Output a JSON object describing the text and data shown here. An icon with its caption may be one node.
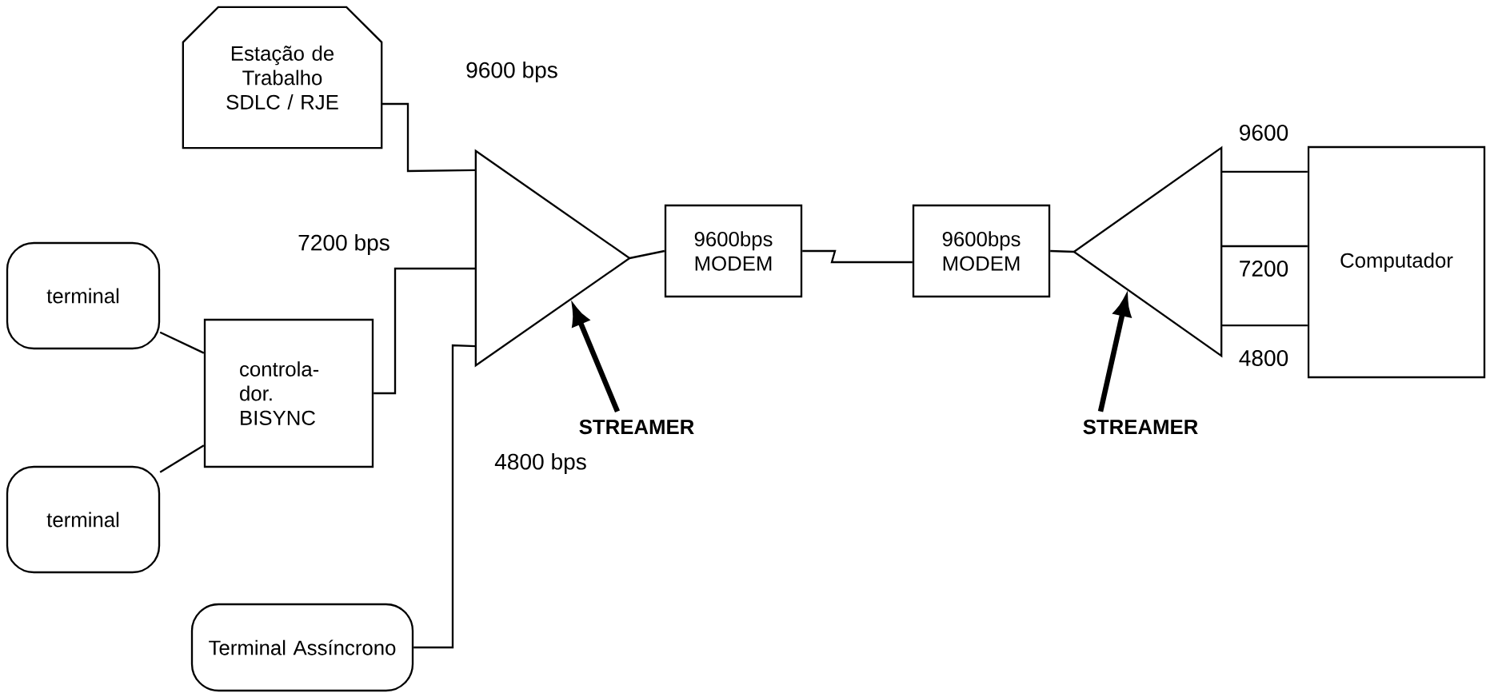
{
  "diagram": {
    "nodes": [
      {
        "text": [
          "Estação de Trabalho",
          "SDLC / RJE"
        ]
      },
      {
        "text": [
          "terminal"
        ]
      },
      {
        "text": [
          "terminal"
        ]
      },
      {
        "text": [
          "controla-dor.",
          "BISYNC"
        ]
      },
      {
        "text": [
          "Terminal Assíncrono"
        ]
      },
      {
        "text": [],
        "shape": "triangle"
      },
      {
        "text": [
          "9600bps MODEM"
        ]
      },
      {
        "text": [
          "9600bps MODEM"
        ]
      },
      {
        "text": [],
        "shape": "triangle"
      },
      {
        "text": [
          "Computador"
        ]
      },
      {
        "text": [
          "STREAMER"
        ]
      },
      {
        "text": [
          "STREAMER"
        ]
      }
    ],
    "edges": [
      {
        "from": 0,
        "to": 5,
        "arrow": "none",
        "label": "9600 bps"
      },
      {
        "from": 1,
        "to": 3,
        "arrow": "none"
      },
      {
        "from": 2,
        "to": 3,
        "arrow": "none"
      },
      {
        "from": 3,
        "to": 5,
        "arrow": "none",
        "label": "7200 bps"
      },
      {
        "from": 4,
        "to": 5,
        "arrow": "none",
        "label": "4800 bps"
      },
      {
        "from": 5,
        "to": 6,
        "arrow": "none"
      },
      {
        "from": 6,
        "to": 7,
        "arrow": "none"
      },
      {
        "from": 7,
        "to": 8,
        "arrow": "none"
      },
      {
        "from": 8,
        "to": 9,
        "arrow": "none",
        "label": "9600"
      },
      {
        "from": 8,
        "to": 9,
        "arrow": "none",
        "label": "7200"
      },
      {
        "from": 8,
        "to": 9,
        "arrow": "none",
        "label": "4800"
      },
      {
        "from": 10,
        "to": 5,
        "arrow": "to",
        "style": "thick"
      },
      {
        "from": 11,
        "to": 8,
        "arrow": "to",
        "style": "thick"
      }
    ]
  }
}
